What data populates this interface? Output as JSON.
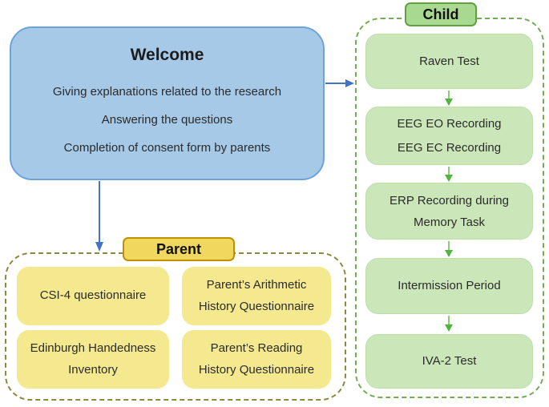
{
  "figure": {
    "type": "flowchart",
    "description": "Study procedure flowchart with Welcome step, Child task sequence and Parent questionnaires"
  },
  "welcome": {
    "title": "Welcome",
    "lines": [
      "Giving explanations related to the research",
      "Answering the questions",
      "Completion of consent form by parents"
    ]
  },
  "child": {
    "label": "Child",
    "steps": [
      {
        "text": "Raven Test"
      },
      {
        "text": "EEG EO Recording\nEEG EC Recording"
      },
      {
        "text": "ERP Recording during\nMemory Task"
      },
      {
        "text": "Intermission Period"
      },
      {
        "text": "IVA-2 Test"
      }
    ]
  },
  "parent": {
    "label": "Parent",
    "items": [
      {
        "text": "CSI-4 questionnaire"
      },
      {
        "text": "Parent’s Arithmetic\nHistory Questionnaire"
      },
      {
        "text": "Edinburgh Handedness\nInventory"
      },
      {
        "text": "Parent’s Reading\nHistory Questionnaire"
      }
    ]
  },
  "colors": {
    "welcome_fill": "#a6c9e8",
    "welcome_border": "#6ca3dc",
    "blue_arrow": "#4472c4",
    "child_label_fill": "#a9d890",
    "child_label_border": "#5fa23f",
    "child_box_fill": "#cbe7ba",
    "child_dash_border": "#74ac56",
    "green_arrow_line": "#8cce78",
    "green_arrow_head": "#4fb53c",
    "parent_label_fill": "#f0d75e",
    "parent_label_border": "#bf9000",
    "parent_box_fill": "#f4e98f",
    "parent_dash_border": "#8a8a3e",
    "text": "#262626"
  }
}
